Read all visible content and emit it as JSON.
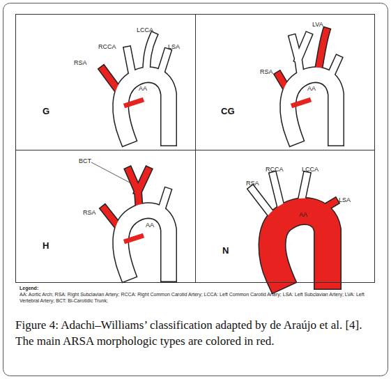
{
  "diagram": {
    "caption": "Figure 4: Adachi–Williams’ classification adapted by de Araújo et al. [4]. The main ARSA morphologic types are colored in red.",
    "nodes": [
      {
        "text": [
          "RSA",
          "RCCA",
          "LCCA",
          "LSA",
          "AA",
          "G"
        ]
      },
      {
        "text": [
          "LVA",
          "RSA",
          "AA",
          "CG"
        ]
      },
      {
        "text": [
          "BCT",
          "RSA",
          "AA",
          "H"
        ]
      },
      {
        "text": [
          "RCCA",
          "LCCA",
          "RSA",
          "LSA",
          "AA",
          "N"
        ]
      }
    ],
    "labels": [
      "Legend:",
      "AA: Aortic Arch; RSA: Right Subclavian Artery; RCCA: Right Common Carotid Artery; LCCA: Left Common Carotid Artery; LSA: Left Subclavian Artery; LVA: Left Vertebral Artery; BCT: Bi-Carotidic Trunk;"
    ]
  }
}
